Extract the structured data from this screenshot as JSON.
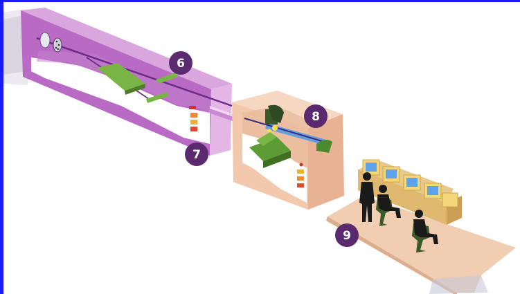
{
  "markers": [
    {
      "id": "station-6",
      "label": "6"
    },
    {
      "id": "station-7",
      "label": "7"
    },
    {
      "id": "station-8",
      "label": "8"
    },
    {
      "id": "station-9",
      "label": "9"
    }
  ],
  "colors": {
    "frame_border": "#1a1aff",
    "marker_fill": "#5b2a6e",
    "marker_text": "#ffffff",
    "beamline_light": "#cf8bd6",
    "beamline_mid": "#b363bf",
    "beamline_dark": "#8b3a98",
    "hutch_light": "#f6d7c2",
    "hutch_mid": "#e9b798",
    "hutch_dark": "#d89c7c",
    "optics_green": "#6aa437",
    "beam_blue": "#2b7de0",
    "platform": "#f1cdb2",
    "monitor_yellow": "#f4d77a",
    "screen_blue": "#5ea3ea",
    "silhouette": "#1a1a1a",
    "chair_green": "#3b5a2a"
  }
}
